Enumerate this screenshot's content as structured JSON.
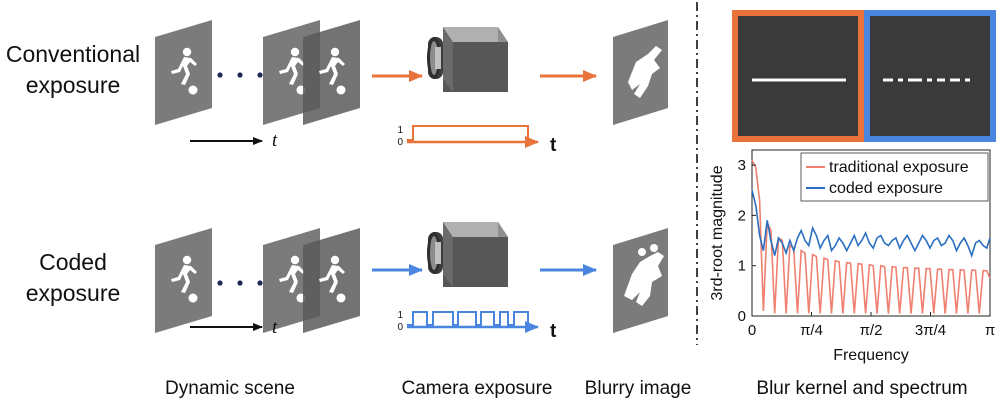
{
  "rows": [
    {
      "label_line1": "Conventional",
      "label_line2": "exposure"
    },
    {
      "label_line1": "Coded",
      "label_line2": "exposure"
    }
  ],
  "time_symbol": "t",
  "exposure_levels": {
    "high": "1",
    "low": "0"
  },
  "footer": {
    "dynamic_scene": "Dynamic scene",
    "camera_exposure": "Camera exposure",
    "blurry_image": "Blurry image",
    "blur_kernel": "Blur kernel and spectrum"
  },
  "colors": {
    "conventional": "#e8743b",
    "coded": "#4a86e0",
    "panel": "#3a3a3a",
    "frame": "#7b7b7b"
  },
  "icons": [
    "soccer-player-icon",
    "camera-icon",
    "blurry-player-icon"
  ],
  "chart_data": {
    "type": "line",
    "xlabel": "Frequency",
    "ylabel": "3rd-root magnitude",
    "xlim": [
      0,
      3.1416
    ],
    "ylim": [
      0,
      3.3
    ],
    "x_tick_labels": [
      "0",
      "π/4",
      "π/2",
      "3π/4",
      "π"
    ],
    "y_tick_labels": [
      "0",
      "1",
      "2",
      "3"
    ],
    "legend_position": "top-right",
    "series": [
      {
        "name": "traditional exposure",
        "color": "#f08070",
        "x": [
          0,
          0.05,
          0.1,
          0.15,
          0.2,
          0.25,
          0.3,
          0.35,
          0.4,
          0.45,
          0.5,
          0.55,
          0.6,
          0.65,
          0.7,
          0.75,
          0.8,
          0.85,
          0.9,
          0.95,
          1.0,
          1.05,
          1.1,
          1.15,
          1.2,
          1.25,
          1.3,
          1.35,
          1.4,
          1.45,
          1.5,
          1.55,
          1.6,
          1.65,
          1.7,
          1.75,
          1.8,
          1.85,
          1.9,
          1.95,
          2.0,
          2.05,
          2.1,
          2.15,
          2.2,
          2.25,
          2.3,
          2.35,
          2.4,
          2.45,
          2.5,
          2.55,
          2.6,
          2.65,
          2.7,
          2.75,
          2.8,
          2.85,
          2.9,
          2.95,
          3.0,
          3.05,
          3.1,
          3.14
        ],
        "y": [
          3.1,
          2.95,
          2.3,
          0.1,
          1.85,
          1.7,
          0.05,
          1.55,
          1.5,
          0.05,
          1.4,
          1.35,
          0.05,
          1.3,
          1.25,
          0.05,
          1.22,
          1.18,
          0.05,
          1.15,
          1.12,
          0.05,
          1.1,
          1.08,
          0.05,
          1.06,
          1.05,
          0.05,
          1.04,
          1.03,
          0.05,
          1.02,
          1.0,
          0.05,
          1.0,
          0.98,
          0.05,
          0.98,
          0.97,
          0.05,
          0.96,
          0.96,
          0.05,
          0.95,
          0.95,
          0.05,
          0.94,
          0.94,
          0.05,
          0.93,
          0.93,
          0.05,
          0.92,
          0.92,
          0.05,
          0.92,
          0.91,
          0.05,
          0.91,
          0.91,
          0.05,
          0.9,
          0.9,
          0.75
        ]
      },
      {
        "name": "coded exposure",
        "color": "#2c6fc0",
        "x": [
          0,
          0.05,
          0.1,
          0.15,
          0.2,
          0.25,
          0.3,
          0.35,
          0.4,
          0.45,
          0.5,
          0.55,
          0.6,
          0.65,
          0.7,
          0.75,
          0.8,
          0.85,
          0.9,
          0.95,
          1.0,
          1.05,
          1.1,
          1.15,
          1.2,
          1.25,
          1.3,
          1.35,
          1.4,
          1.45,
          1.5,
          1.55,
          1.6,
          1.65,
          1.7,
          1.75,
          1.8,
          1.85,
          1.9,
          1.95,
          2.0,
          2.05,
          2.1,
          2.15,
          2.2,
          2.25,
          2.3,
          2.35,
          2.4,
          2.45,
          2.5,
          2.55,
          2.6,
          2.65,
          2.7,
          2.75,
          2.8,
          2.85,
          2.9,
          2.95,
          3.0,
          3.05,
          3.1,
          3.14
        ],
        "y": [
          2.5,
          2.2,
          1.6,
          1.3,
          1.9,
          1.5,
          1.2,
          1.55,
          1.45,
          1.25,
          1.5,
          1.3,
          1.55,
          1.7,
          1.5,
          1.4,
          1.75,
          1.6,
          1.35,
          1.5,
          1.6,
          1.3,
          1.4,
          1.55,
          1.45,
          1.3,
          1.45,
          1.6,
          1.4,
          1.5,
          1.65,
          1.45,
          1.35,
          1.55,
          1.6,
          1.45,
          1.4,
          1.5,
          1.55,
          1.35,
          1.5,
          1.6,
          1.45,
          1.3,
          1.45,
          1.6,
          1.5,
          1.35,
          1.5,
          1.55,
          1.4,
          1.45,
          1.6,
          1.5,
          1.3,
          1.45,
          1.55,
          1.4,
          1.2,
          1.45,
          1.5,
          1.4,
          1.35,
          1.55
        ]
      }
    ]
  }
}
